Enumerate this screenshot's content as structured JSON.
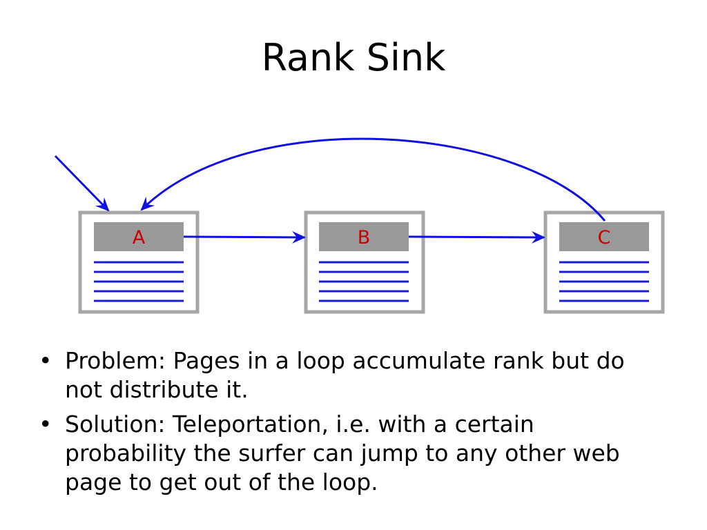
{
  "slide": {
    "title": "Rank Sink"
  },
  "diagram": {
    "pages": [
      {
        "label": "A"
      },
      {
        "label": "B"
      },
      {
        "label": "C"
      }
    ],
    "colors": {
      "arrow": "#1010e0",
      "page_border": "#a6a6a6",
      "header_fill": "#999999",
      "header_text": "#cc0000",
      "text_lines": "#1a1ad6"
    }
  },
  "bullets": [
    {
      "marker": "•",
      "text": "Problem: Pages in a loop accumulate rank but do not distribute it."
    },
    {
      "marker": "•",
      "text": "Solution: Teleportation, i.e. with a certain probability the surfer can jump to any other web page to get out of the loop."
    }
  ]
}
